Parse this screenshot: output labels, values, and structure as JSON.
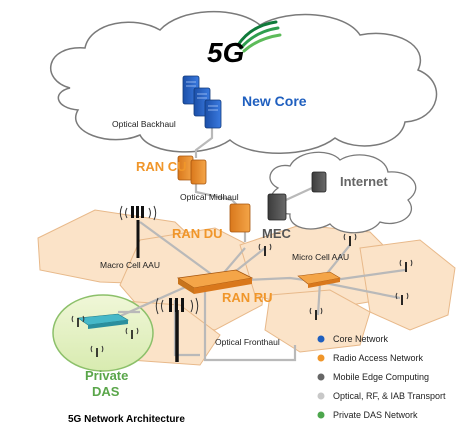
{
  "logo": {
    "text": "5G"
  },
  "labels": {
    "new_core": "New Core",
    "optical_backhaul": "Optical Backhaul",
    "ran_cu": "RAN CU",
    "optical_midhaul": "Optical Midhaul",
    "internet": "Internet",
    "ran_du": "RAN DU",
    "mec": "MEC",
    "macro_cell": "Macro Cell AAU",
    "micro_cell": "Micro Cell AAU",
    "ran_ru": "RAN RU",
    "optical_fronthaul": "Optical Fronthaul",
    "private_das_line1": "Private",
    "private_das_line2": "DAS",
    "caption": "5G Network Architecture"
  },
  "legend": [
    {
      "label": "Core Network",
      "color": "#1f5fbf"
    },
    {
      "label": "Radio Access Network",
      "color": "#f0962a"
    },
    {
      "label": "Mobile Edge Computing",
      "color": "#666666"
    },
    {
      "label": "Optical, RF, & IAB Transport",
      "color": "#c8c8c8"
    },
    {
      "label": "Private DAS Network",
      "color": "#4ca64c"
    }
  ],
  "colors": {
    "core": "#1f5fbf",
    "ran": "#f0962a",
    "mec": "#555555",
    "das": "#5aa64a",
    "hex_fill": "#fbe3c8"
  }
}
